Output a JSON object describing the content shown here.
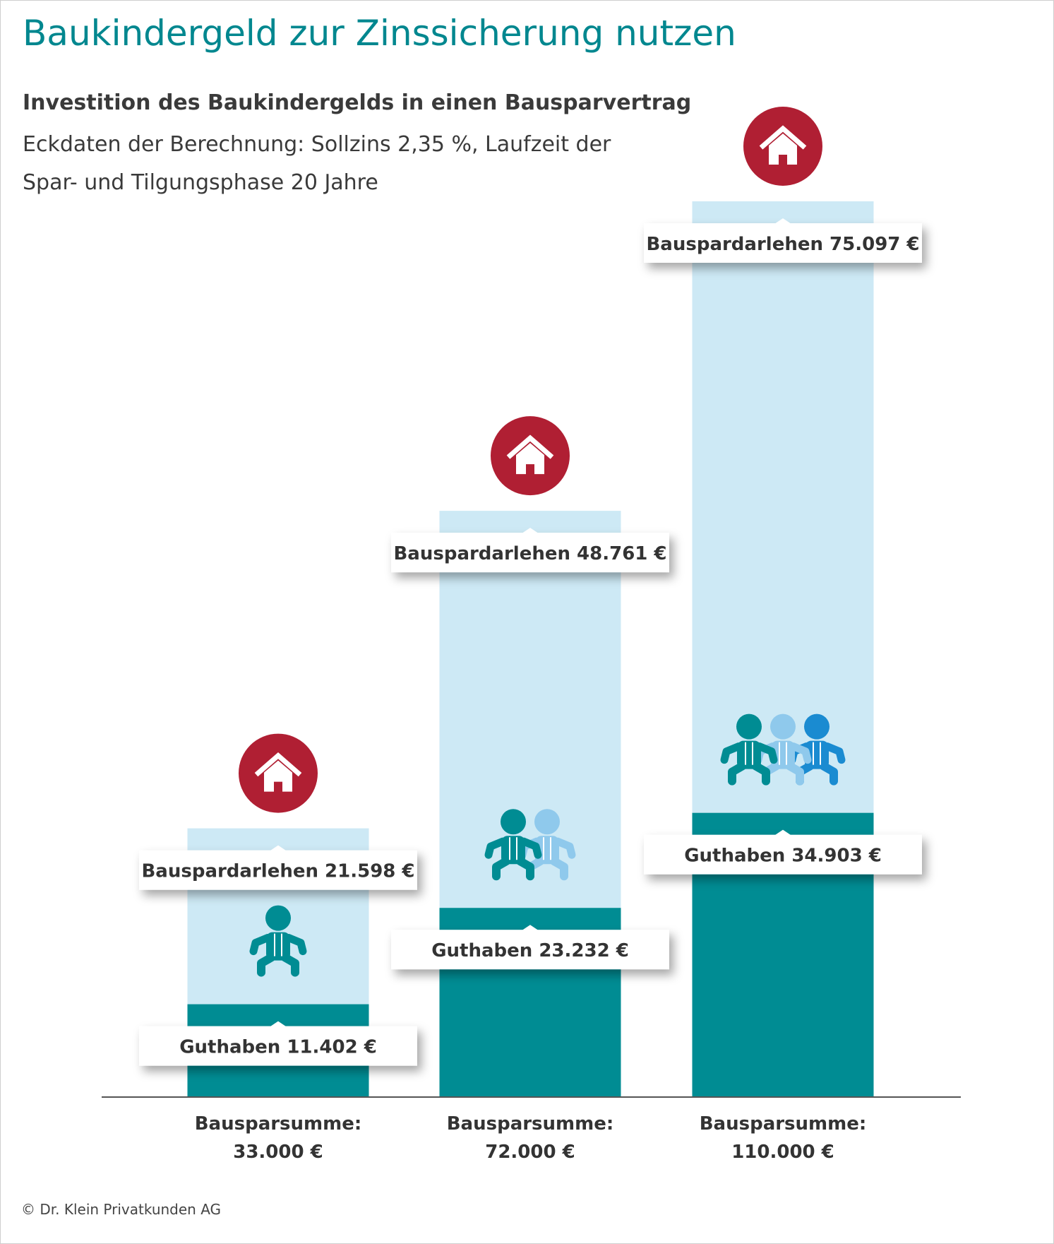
{
  "header": {
    "title": "Baukindergeld zur Zinssicherung nutzen",
    "subtitle": "Investition des Baukindergelds in einen Bausparvertrag",
    "description_line1": "Eckdaten der Berechnung: Sollzins 2,35 %, Laufzeit der",
    "description_line2": "Spar- und Tilgungsphase 20 Jahre"
  },
  "footer": {
    "copyright": "© Dr. Klein Privatkunden AG"
  },
  "colors": {
    "title": "#00878f",
    "guthaben": "#008c93",
    "darlehen": "#cde9f5",
    "house_circle": "#b01f33",
    "baby_teal": "#008c93",
    "baby_light": "#8fc9ec",
    "baby_blue": "#1a8bd1"
  },
  "icons": [
    "house-icon",
    "baby-icon"
  ],
  "chart_data": {
    "type": "bar",
    "stacked": true,
    "ylim": [
      0,
      110000
    ],
    "categories": [
      "Bausparsumme: 33.000 €",
      "Bausparsumme: 72.000 €",
      "Bausparsumme: 110.000 €"
    ],
    "category_lines": [
      [
        "Bausparsumme:",
        "33.000 €"
      ],
      [
        "Bausparsumme:",
        "72.000 €"
      ],
      [
        "Bausparsumme:",
        "110.000 €"
      ]
    ],
    "series": [
      {
        "name": "Guthaben",
        "values": [
          11402,
          23232,
          34903
        ]
      },
      {
        "name": "Bauspardarlehen",
        "values": [
          21598,
          48761,
          75097
        ]
      }
    ],
    "data_labels": {
      "guthaben": [
        "Guthaben 11.402 €",
        "Guthaben 23.232 €",
        "Guthaben 34.903 €"
      ],
      "darlehen": [
        "Bauspardarlehen 21.598 €",
        "Bauspardarlehen 48.761 €",
        "Bauspardarlehen 75.097 €"
      ]
    },
    "babies_per_bar": [
      1,
      2,
      3
    ]
  }
}
